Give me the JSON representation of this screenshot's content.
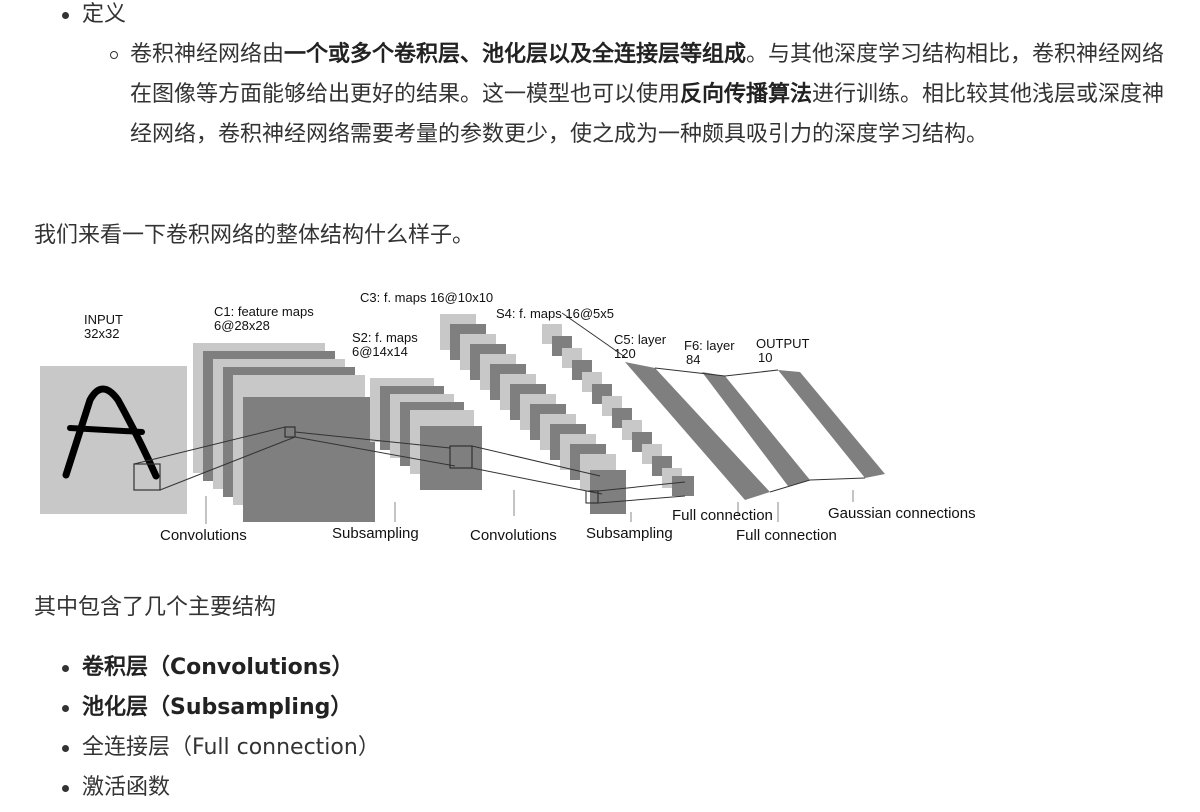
{
  "definition_item": "定义",
  "definition_para": {
    "p1": "卷积神经网络由",
    "b1": "一个或多个卷积层、池化层以及全连接层等组成",
    "p2": "。与其他深度学习结构相比，卷积神经网络在图像等方面能够给出更好的结果。这一模型也可以使用",
    "b2": "反向传播算法",
    "p3": "进行训练。相比较其他浅层或深度神经网络，卷积神经网络需要考量的参数更少，使之成为一种颇具吸引力的深度学习结构。"
  },
  "intro_para": "我们来看一下卷积网络的整体结构什么样子。",
  "figure": {
    "input_label": "INPUT",
    "input_size": "32x32",
    "c1_label": "C1: feature maps",
    "c1_size": "6@28x28",
    "s2_label": "S2: f. maps",
    "s2_size": "6@14x14",
    "c3_label": "C3: f. maps 16@10x10",
    "s4_label": "S4: f. maps 16@5x5",
    "c5_label": "C5: layer",
    "c5_size": "120",
    "f6_label": "F6: layer",
    "f6_size": "84",
    "output_label": "OUTPUT",
    "output_size": "10",
    "op_convolutions_1": "Convolutions",
    "op_subsampling_1": "Subsampling",
    "op_convolutions_2": "Convolutions",
    "op_subsampling_2": "Subsampling",
    "op_full_connection_1": "Full connection",
    "op_full_connection_2": "Full connection",
    "op_gaussian": "Gaussian connections"
  },
  "structures_intro": "其中包含了几个主要结构",
  "structures": [
    {
      "label": "卷积层（Convolutions）",
      "bold": true
    },
    {
      "label": "池化层（Subsampling）",
      "bold": true
    },
    {
      "label": "全连接层（Full connection）",
      "bold": false
    },
    {
      "label": "激活函数",
      "bold": false
    }
  ],
  "colors": {
    "text": "#333333",
    "figure_dark": "#7f7f7f",
    "figure_light": "#c8c8c8"
  }
}
